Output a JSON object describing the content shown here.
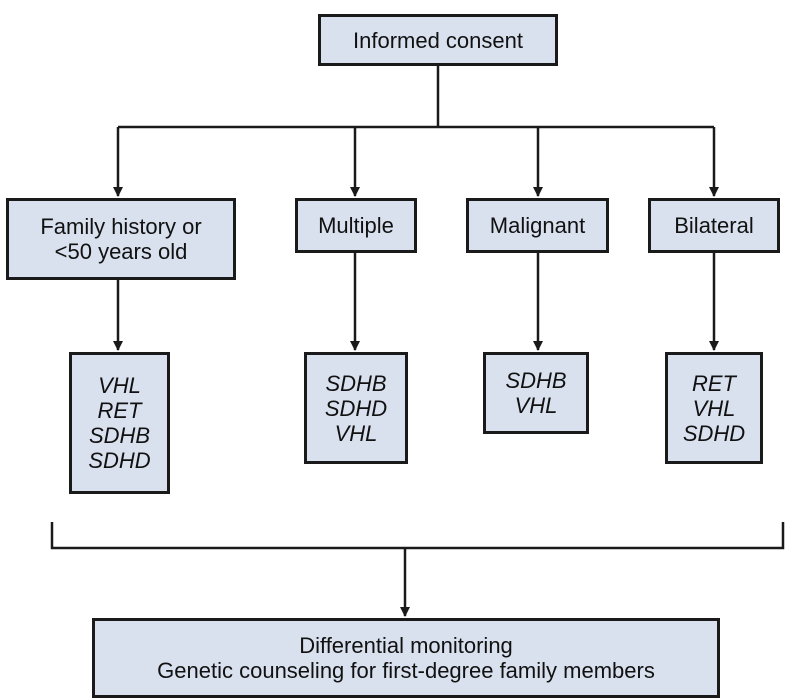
{
  "top": {
    "label": "Informed consent"
  },
  "criteria": [
    {
      "lines": [
        "Family history or",
        "<50 years old"
      ]
    },
    {
      "lines": [
        "Multiple"
      ]
    },
    {
      "lines": [
        "Malignant"
      ]
    },
    {
      "lines": [
        "Bilateral"
      ]
    }
  ],
  "genes": [
    [
      "VHL",
      "RET",
      "SDHB",
      "SDHD"
    ],
    [
      "SDHB",
      "SDHD",
      "VHL"
    ],
    [
      "SDHB",
      "VHL"
    ],
    [
      "RET",
      "VHL",
      "SDHD"
    ]
  ],
  "bottom": {
    "lines": [
      "Differential monitoring",
      "Genetic counseling for first-degree family members"
    ]
  },
  "colors": {
    "box_fill": "#d9e1ef",
    "stroke": "#1a1a1a"
  }
}
